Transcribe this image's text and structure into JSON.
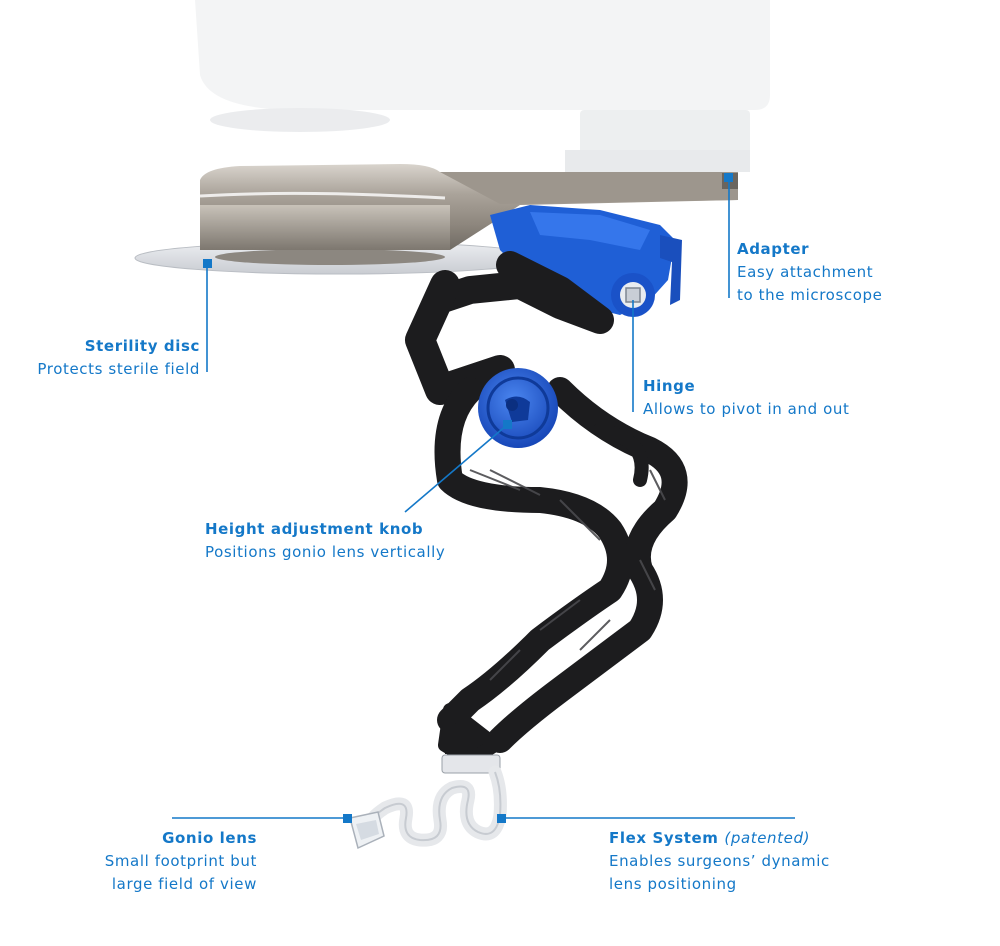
{
  "colors": {
    "accent": "#1478c8",
    "part_blue": "#1f5fd6",
    "part_black": "#1c1c1e",
    "metal": "#a09a93"
  },
  "labels": {
    "adapter": {
      "title": "Adapter",
      "desc": "Easy attachment\nto the microscope"
    },
    "sterility_disc": {
      "title": "Sterility disc",
      "desc": "Protects sterile field"
    },
    "hinge": {
      "title": "Hinge",
      "desc": "Allows to pivot in and out"
    },
    "height_knob": {
      "title": "Height adjustment knob",
      "desc": "Positions gonio lens vertically"
    },
    "gonio_lens": {
      "title": "Gonio lens",
      "desc": "Small footprint but\nlarge field of view"
    },
    "flex_system": {
      "title": "Flex System",
      "title_note": "(patented)",
      "desc": "Enables surgeons’ dynamic\nlens positioning"
    }
  }
}
